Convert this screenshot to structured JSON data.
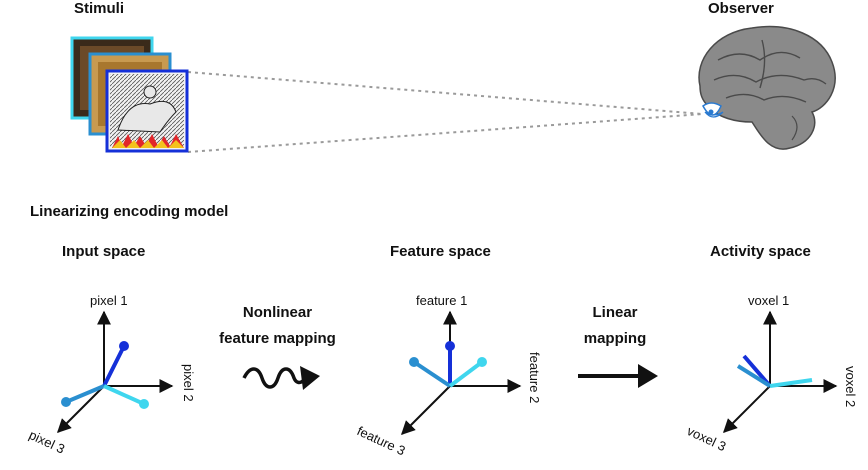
{
  "stimuli": {
    "label": "Stimuli"
  },
  "observer": {
    "label": "Observer"
  },
  "model_title": "Linearizing encoding model",
  "spaces": [
    {
      "title": "Input space",
      "axes": [
        "pixel 1",
        "pixel 2",
        "pixel 3"
      ]
    },
    {
      "title": "Feature space",
      "axes": [
        "feature 1",
        "feature 2",
        "feature 3"
      ]
    },
    {
      "title": "Activity space",
      "axes": [
        "voxel 1",
        "voxel 2",
        "voxel 3"
      ]
    }
  ],
  "mappings": {
    "nonlinear": [
      "Nonlinear",
      "feature mapping"
    ],
    "linear": [
      "Linear",
      "mapping"
    ]
  },
  "colors": {
    "dark_blue": "#1530d8",
    "mid_blue": "#2a8fd0",
    "cyan": "#3fd6ee",
    "axis": "#111111",
    "dotted_line": "#9a9a9a",
    "brain": "#8a8a8a"
  }
}
